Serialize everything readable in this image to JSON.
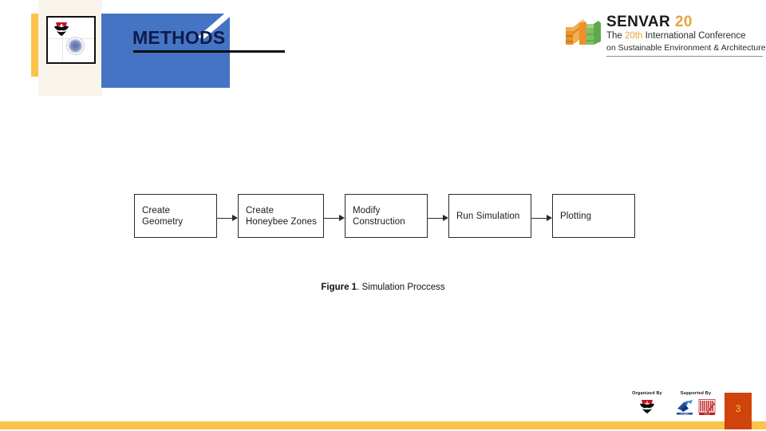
{
  "slide": {
    "title": "METHODS",
    "page_number": "3"
  },
  "branding": {
    "institution_logo_name": "upi-logo",
    "conference": {
      "name": "SENVAR",
      "edition_number": "20",
      "subtitle_line1_prefix": "The ",
      "subtitle_line1_ordinal": "20th",
      "subtitle_line1_suffix": " International Conference",
      "subtitle_line2": "on Sustainable Environment & Architecture",
      "accent_color": "#E8A33D"
    }
  },
  "theme": {
    "blue": "#4574C4",
    "yellow": "#FBC34A",
    "cream": "#FAF5EC",
    "title_navy": "#0E1B4D",
    "page_box": "#D0430A"
  },
  "figure": {
    "caption_bold": "Figure 1",
    "caption_rest": ". Simulation Proccess",
    "flow": {
      "type": "flowchart",
      "direction": "left-to-right",
      "steps": [
        {
          "label": "Create Geometry"
        },
        {
          "label": "Create\nHoneybee Zones"
        },
        {
          "label": "Modify\nConstruction"
        },
        {
          "label": "Run Simulation"
        },
        {
          "label": "Plotting"
        }
      ]
    }
  },
  "footer": {
    "organized_by_label": "Organized By",
    "supported_by_label": "Supported By",
    "organized_logos": [
      "upi-logo"
    ],
    "supported_logos": [
      "iai-logo",
      "dpkid-logo"
    ]
  }
}
